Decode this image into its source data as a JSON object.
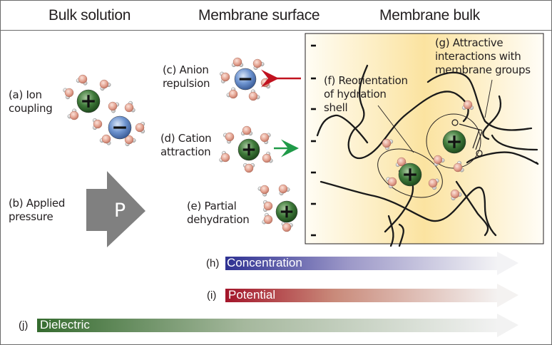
{
  "headers": {
    "bulk_solution": "Bulk solution",
    "membrane_surface": "Membrane surface",
    "membrane_bulk": "Membrane bulk"
  },
  "labels": {
    "a": [
      "(a) Ion",
      "coupling"
    ],
    "b": [
      "(b) Applied",
      "pressure"
    ],
    "c": [
      "(c) Anion",
      "repulsion"
    ],
    "d": [
      "(d) Cation",
      "attraction"
    ],
    "e": [
      "(e) Partial",
      "dehydration"
    ],
    "f": [
      "(f) Reorientation",
      "of hydration",
      "shell"
    ],
    "g": [
      "(g) Attractive",
      "interactions with",
      "membrane groups"
    ]
  },
  "pressure_symbol": "P",
  "ion_signs": {
    "cation": "+",
    "anion": "−"
  },
  "membrane_fixed_charge": "−",
  "gradients": [
    {
      "prefix": "(h)",
      "label": "Concentration",
      "color": "#2e3192"
    },
    {
      "prefix": "(i)",
      "label": "Potential",
      "color": "#a3152a"
    },
    {
      "prefix": "(j)",
      "label": "Dielectric",
      "color": "#356b2f"
    }
  ],
  "colors": {
    "cation": "#3f7a3a",
    "anion": "#6d93cf",
    "water_oxygen": "#e3a08e",
    "water_hydrogen": "#e8e8e8",
    "arrow_repulsion": "#c1121f",
    "arrow_attraction": "#1f9a48",
    "pressure_arrow": "#808080",
    "membrane_fill": "#fbe6a6"
  }
}
